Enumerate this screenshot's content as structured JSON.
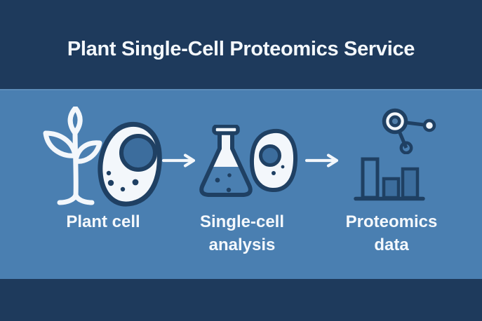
{
  "title": "Plant Single-Cell Proteomics Service",
  "stages": [
    {
      "name": "plant-cell",
      "label_lines": [
        "Plant cell"
      ]
    },
    {
      "name": "single-cell-analysis",
      "label_lines": [
        "Single-cell",
        "analysis"
      ]
    },
    {
      "name": "proteomics-data",
      "label_lines": [
        "Proteomics",
        "data"
      ]
    }
  ],
  "arrows": {
    "glyph": "→",
    "count": 2
  },
  "icons": [
    "plant-sprout-icon",
    "plant-cell-icon",
    "flask-icon",
    "single-cell-icon",
    "molecule-icon",
    "bar-chart-icon"
  ],
  "colors": {
    "band_dark": "#1e3a5c",
    "band_light": "#4a7fb1",
    "outline_navy": "#1f4063",
    "icon_white": "#f3f7fb",
    "fill_blue": "#3c6d9d",
    "molecule_core": "#507ea9",
    "text_white": "#f4f8fc"
  }
}
